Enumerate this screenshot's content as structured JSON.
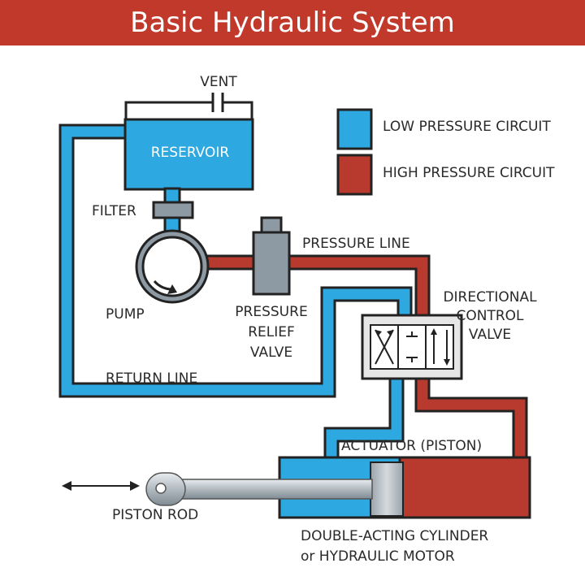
{
  "title": "Basic Hydraulic System",
  "colors": {
    "title_bar": "#c0392b",
    "low_pressure": "#2ea8e0",
    "high_pressure": "#b83a2e",
    "component_gray": "#8e9aa3",
    "outline": "#222222"
  },
  "legend": {
    "low": "LOW PRESSURE CIRCUIT",
    "high": "HIGH PRESSURE CIRCUIT"
  },
  "labels": {
    "vent": "VENT",
    "reservoir": "RESERVOIR",
    "filter": "FILTER",
    "pump": "PUMP",
    "pressure_line": "PRESSURE LINE",
    "relief_1": "PRESSURE",
    "relief_2": "RELIEF",
    "relief_3": "VALVE",
    "directional_1": "DIRECTIONAL",
    "directional_2": "CONTROL",
    "directional_3": "VALVE",
    "return_line": "RETURN LINE",
    "actuator": "ACTUATOR (PISTON)",
    "piston_rod": "PISTON ROD",
    "cylinder_1": "DOUBLE-ACTING CYLINDER",
    "cylinder_2": "or HYDRAULIC MOTOR"
  }
}
